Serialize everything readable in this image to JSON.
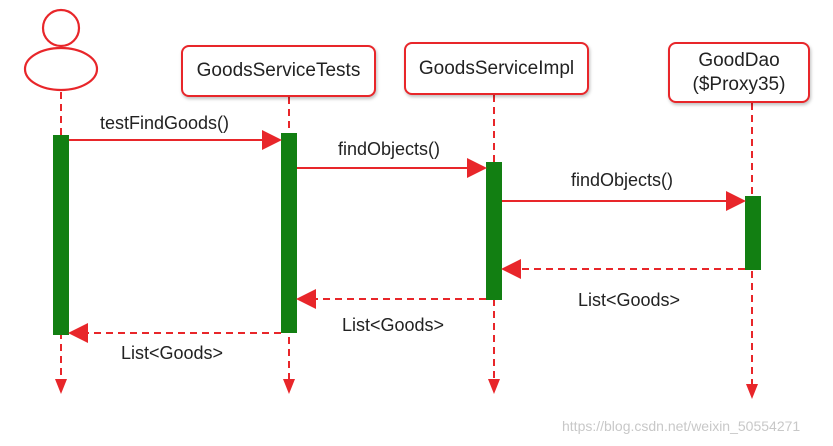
{
  "colors": {
    "line": "#e8262a",
    "activation": "#127f12",
    "text": "#222222"
  },
  "actor": {
    "icon": "actor-icon"
  },
  "participants": [
    {
      "id": "goods-service-tests",
      "lines": [
        "GoodsServiceTests"
      ]
    },
    {
      "id": "goods-service-impl",
      "lines": [
        "GoodsServiceImpl"
      ]
    },
    {
      "id": "good-dao",
      "lines": [
        "GoodDao",
        "($Proxy35)"
      ]
    }
  ],
  "messages": [
    {
      "label": "testFindGoods()",
      "from": "actor",
      "to": "goods-service-tests",
      "type": "call"
    },
    {
      "label": "findObjects()",
      "from": "goods-service-tests",
      "to": "goods-service-impl",
      "type": "call"
    },
    {
      "label": "findObjects()",
      "from": "goods-service-impl",
      "to": "good-dao",
      "type": "call"
    },
    {
      "label": "",
      "from": "good-dao",
      "to": "goods-service-impl",
      "type": "return"
    },
    {
      "label": "List<Goods>",
      "from": "goods-service-impl",
      "to": "goods-service-tests",
      "type": "return"
    },
    {
      "label": "List<Goods>",
      "from": "goods-service-tests",
      "to": "actor",
      "type": "return"
    }
  ],
  "return_labels": {
    "dao_to_impl": "List<Goods>"
  },
  "watermark": "https://blog.csdn.net/weixin_50554271"
}
